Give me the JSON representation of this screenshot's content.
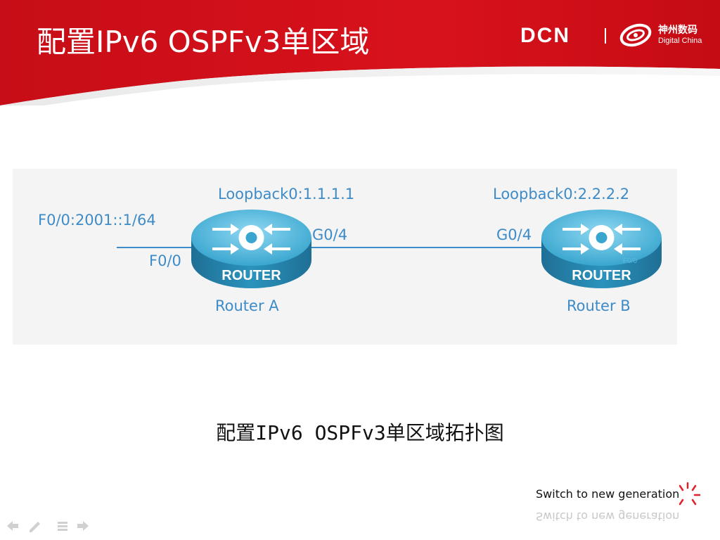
{
  "slide": {
    "title": "配置IPv6 OSPFv3单区域",
    "caption": "配置IPv6 OSPFv3单区域拓扑图",
    "slogan": "Switch to new generation"
  },
  "brand": {
    "dcn": "DCN",
    "company_cn": "神州数码",
    "company_en": "Digital China",
    "header_color": "#d4101a",
    "label_color": "#3d8bc7",
    "router_color": "#2a93bd"
  },
  "topology": {
    "router_a": {
      "name": "Router A",
      "icon_text": "ROUTER",
      "loopback": "Loopback0:1.1.1.1",
      "if_left": "F0/0",
      "if_left_addr": "F0/0:2001::1/64",
      "if_right": "G0/4"
    },
    "router_b": {
      "name": "Router B",
      "icon_text": "ROUTER",
      "loopback": "Loopback0:2.2.2.2",
      "if_left": "G0/4",
      "icon_port": "F0/0"
    }
  }
}
